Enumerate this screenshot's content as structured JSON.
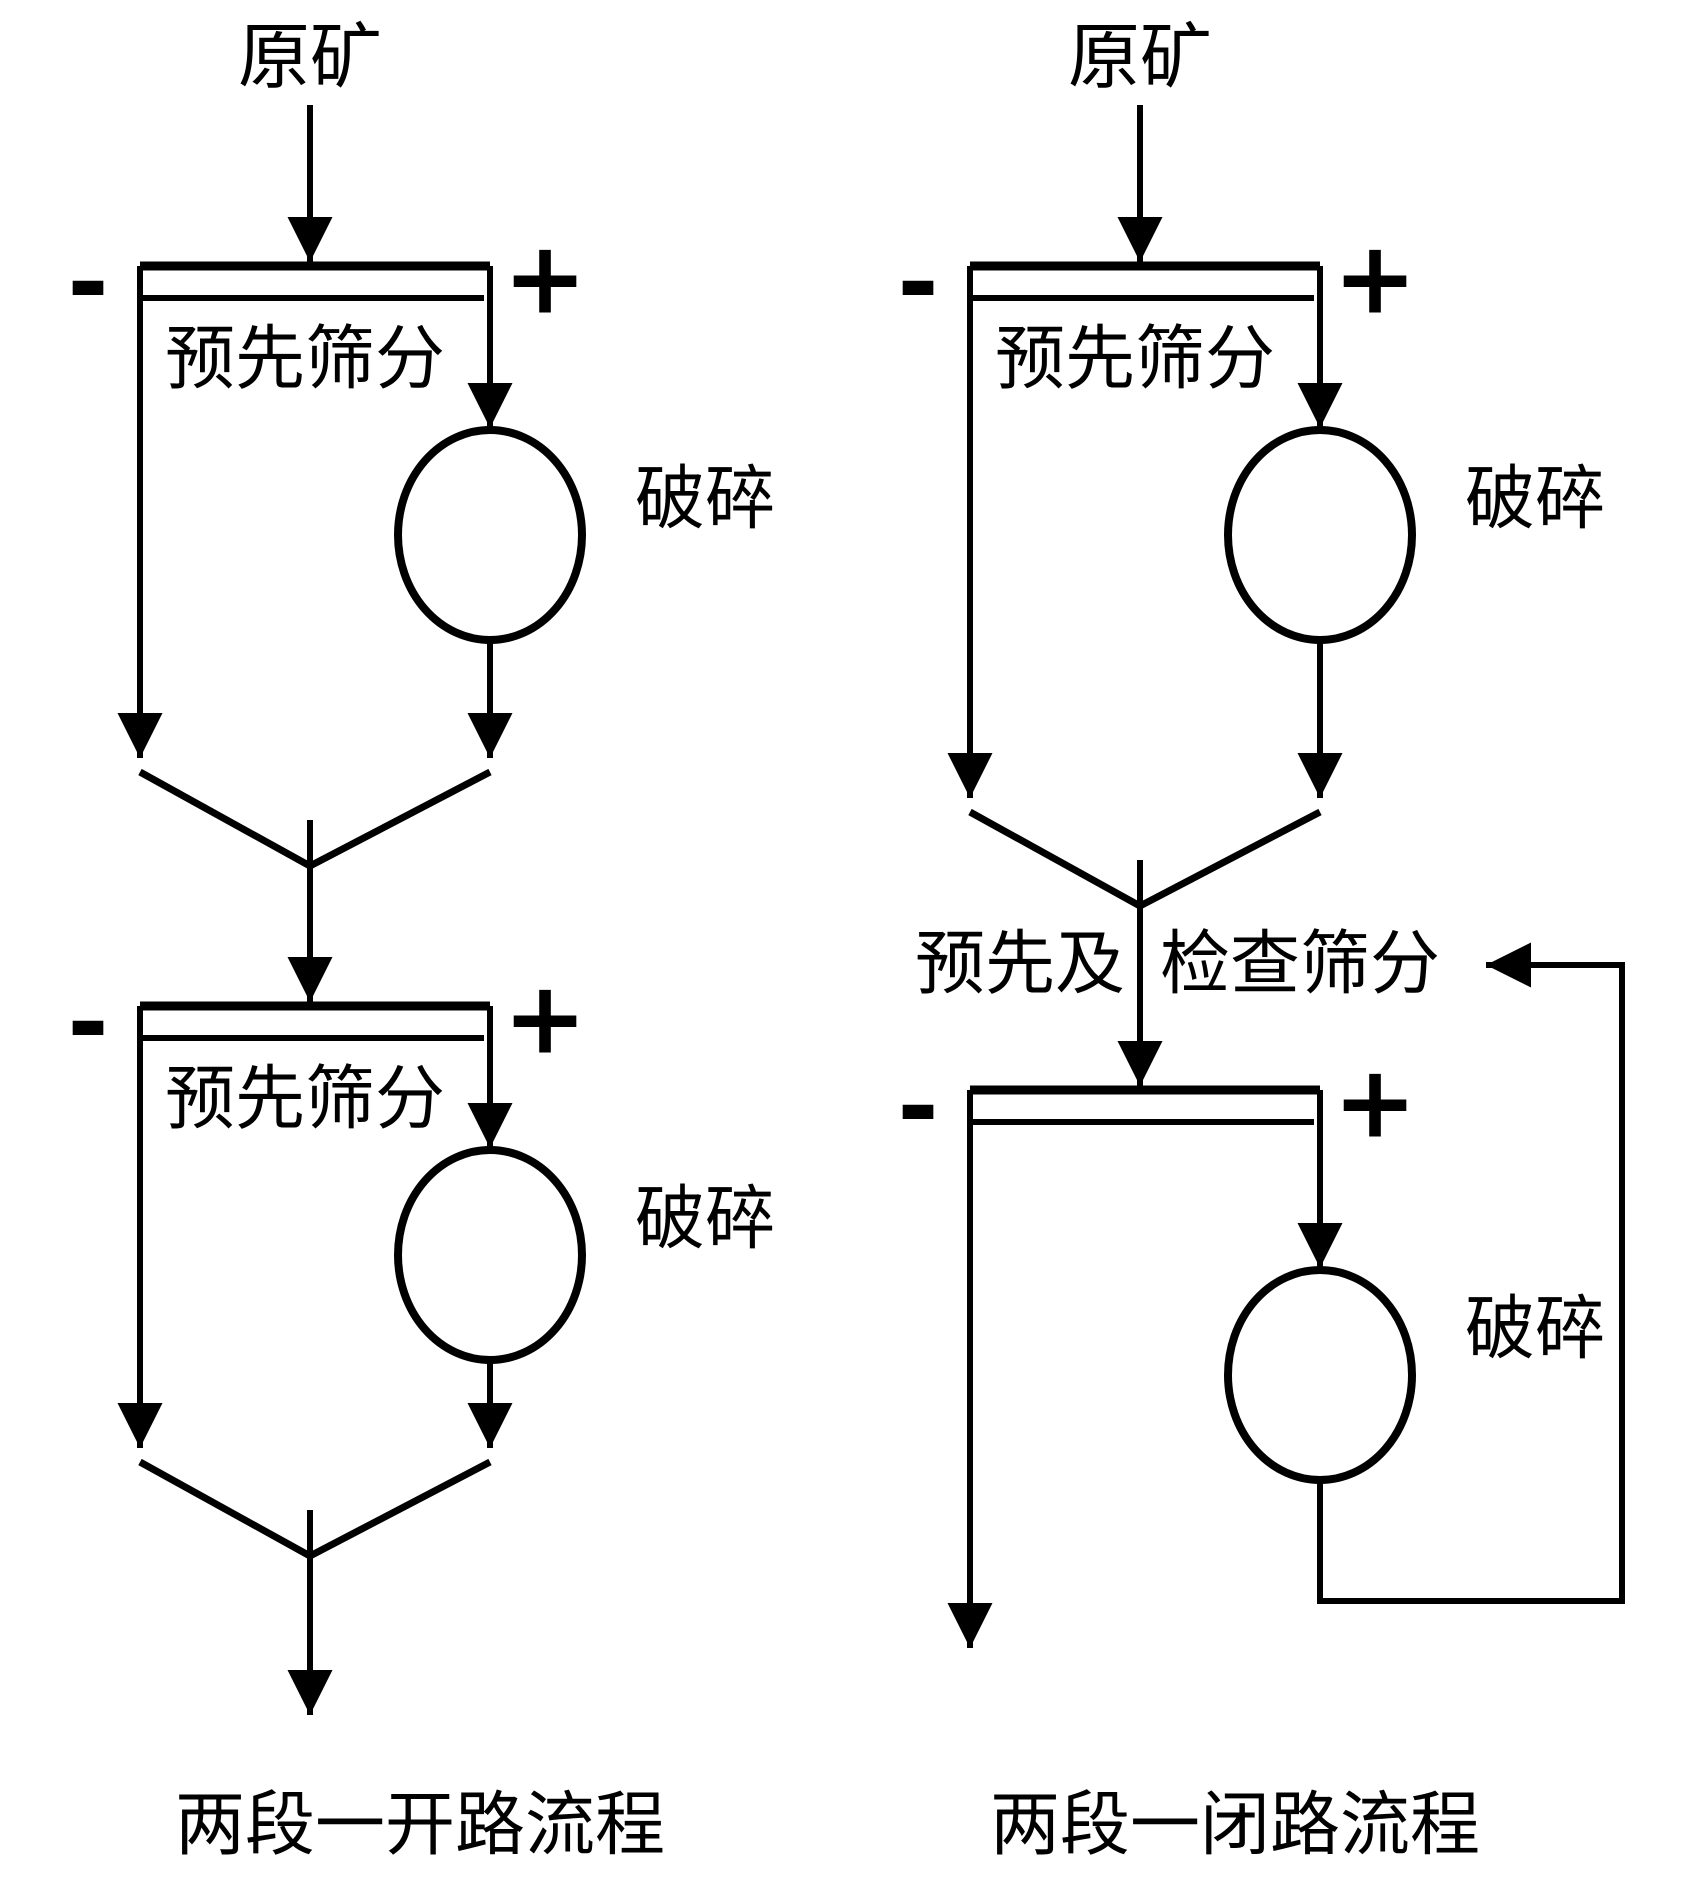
{
  "page": {
    "background": "#ffffff",
    "ink": "#000000"
  },
  "diagrams": [
    {
      "id": "two-stage-open-circuit",
      "caption": "两段一开路流程",
      "feed_label": "原矿",
      "stages": [
        {
          "screen_label": "预先筛分",
          "minus": "-",
          "plus": "+",
          "crusher_label": "破碎"
        },
        {
          "screen_label": "预先筛分",
          "minus": "-",
          "plus": "+",
          "crusher_label": "破碎"
        }
      ]
    },
    {
      "id": "two-stage-closed-circuit",
      "caption": "两段一闭路流程",
      "feed_label": "原矿",
      "stages": [
        {
          "screen_label": "预先筛分",
          "minus": "-",
          "plus": "+",
          "crusher_label": "破碎"
        },
        {
          "screen_label_left": "预先及",
          "screen_label_right": "检查筛分",
          "minus": "-",
          "plus": "+",
          "crusher_label": "破碎"
        }
      ]
    }
  ]
}
